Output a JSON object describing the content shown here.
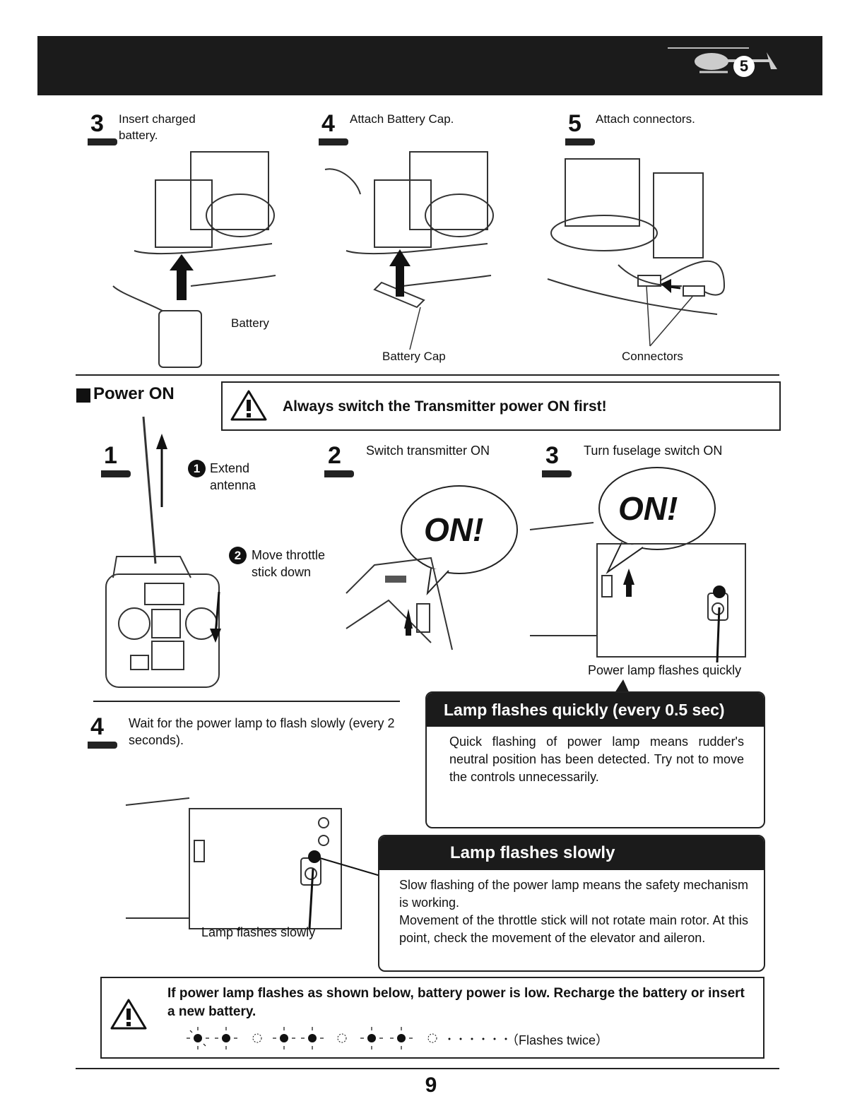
{
  "header": {
    "section_number": "5"
  },
  "install_steps": [
    {
      "num": "3",
      "text": "Insert charged battery.",
      "label": "Battery"
    },
    {
      "num": "4",
      "text": "Attach Battery Cap.",
      "label": "Battery Cap"
    },
    {
      "num": "5",
      "text": "Attach connectors.",
      "label": "Connectors"
    }
  ],
  "power_on": {
    "title": "Power ON",
    "warning": "Always switch the Transmitter power ON first!",
    "step1": {
      "num": "1",
      "sub1_num": "1",
      "sub1_text": "Extend antenna",
      "sub2_num": "2",
      "sub2_text": "Move throttle stick down"
    },
    "step2": {
      "num": "2",
      "text": "Switch transmitter ON",
      "bubble": "ON!"
    },
    "step3": {
      "num": "3",
      "text": "Turn fuselage switch ON",
      "bubble": "ON!",
      "caption": "Power lamp flashes quickly"
    },
    "step4": {
      "num": "4",
      "text": "Wait for the power lamp to flash slowly (every 2 seconds).",
      "caption": "Lamp flashes slowly"
    }
  },
  "quick_panel": {
    "title": "Lamp flashes quickly (every 0.5 sec)",
    "body": "Quick flashing of power lamp means rudder's neutral position has been detected. Try not to move the controls unnecessarily."
  },
  "slow_panel": {
    "title": "Lamp flashes slowly",
    "body1": "Slow flashing of the power lamp means the safety mechanism is working.",
    "body2": "Movement of the throttle stick will not rotate main rotor. At this point, check the movement of the elevator and aileron."
  },
  "low_battery": {
    "text": "If power lamp flashes as shown below, battery power is low. Recharge the battery or insert a new battery.",
    "pattern_caption": "（Flashes twice）"
  },
  "page_number": "9"
}
